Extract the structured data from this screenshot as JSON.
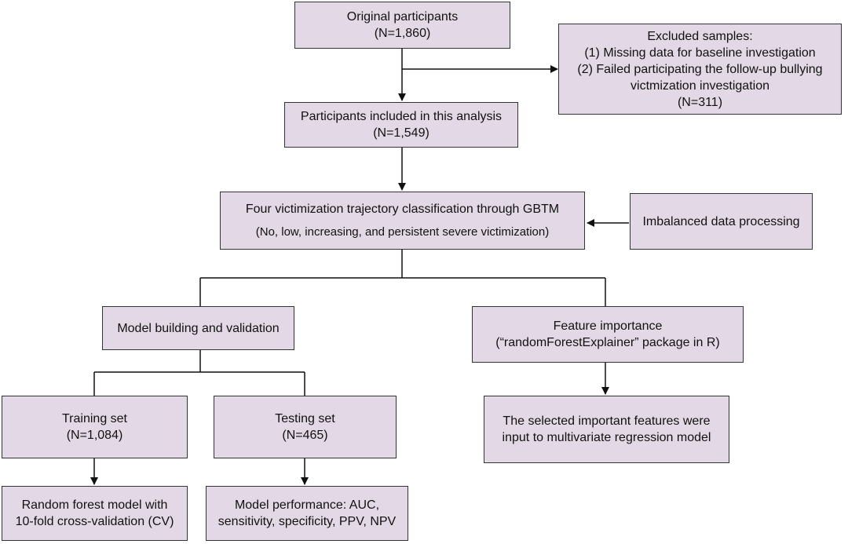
{
  "colors": {
    "box_fill": "#e3d9e6",
    "border": "#333333",
    "line": "#111111"
  },
  "boxes": {
    "original": {
      "lines": [
        "Original participants",
        "(N=1,860)"
      ]
    },
    "excluded": {
      "lines": [
        "Excluded samples:",
        "(1) Missing data for baseline investigation",
        "(2) Failed participating the follow-up bullying",
        "victmization investigation",
        "(N=311)"
      ]
    },
    "included": {
      "lines": [
        "Participants included in this analysis",
        "(N=1,549)"
      ]
    },
    "trajectory": {
      "lines": [
        "Four victimization trajectory classification through GBTM",
        "(No, low, increasing, and persistent severe victimization)"
      ]
    },
    "imbalanced": {
      "lines": [
        "Imbalanced data processing"
      ]
    },
    "model_building": {
      "lines": [
        "Model building and validation"
      ]
    },
    "feature_importance": {
      "lines": [
        "Feature importance",
        "(“randomForestExplainer” package in R)"
      ]
    },
    "training": {
      "lines": [
        "Training set",
        "(N=1,084)"
      ]
    },
    "testing": {
      "lines": [
        "Testing set",
        "(N=465)"
      ]
    },
    "selected_features": {
      "lines": [
        "The selected important features were",
        "input to multivariate regression model"
      ]
    },
    "random_forest": {
      "lines": [
        "Random forest model with",
        "10-fold cross-validation (CV)"
      ]
    },
    "performance": {
      "lines": [
        "Model performance: AUC,",
        "sensitivity, specificity, PPV, NPV"
      ]
    }
  }
}
